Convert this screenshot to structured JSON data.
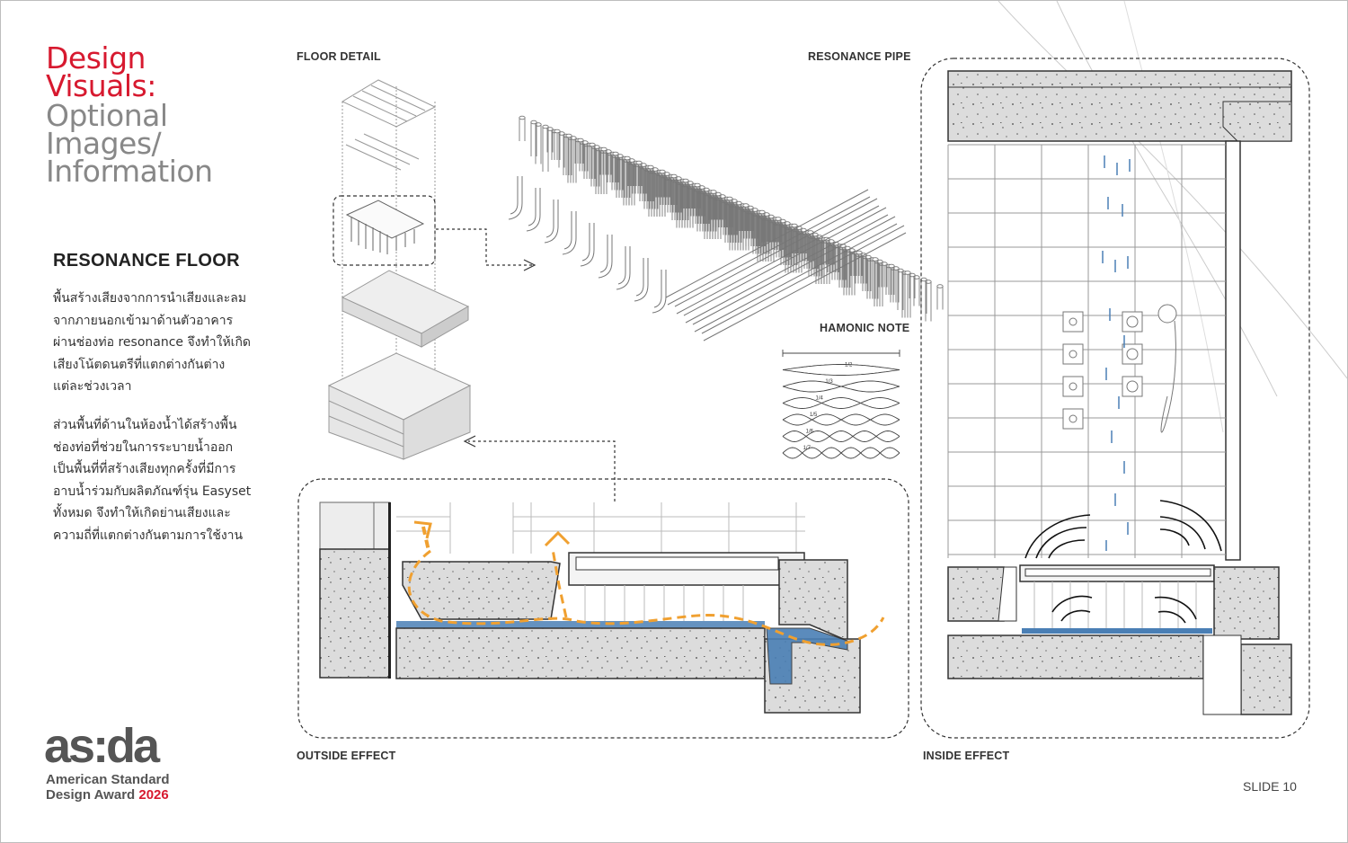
{
  "title": {
    "line1": "Design",
    "line2": "Visuals:",
    "sub": "Optional\nImages/\nInformation"
  },
  "section": {
    "heading": "RESONANCE FLOOR",
    "paragraph1": "พื้นสร้างเสียงจากการนำเสียงและลมจากภายนอกเข้ามาด้านตัวอาคารผ่านช่องท่อ resonance จึงทำให้เกิดเสียงโน้ตดนตรีที่แตกต่างกันต่างแต่ละช่วงเวลา",
    "paragraph2": "ส่วนพื้นที่ด้านในห้องน้ำได้สร้างพื้นช่องท่อที่ช่วยในการระบายน้ำออกเป็นพื้นที่ที่สร้างเสียงทุกครั้งที่มีการอาบน้ำร่วมกับผลิตภัณฑ์รุ่น Easyset ทั้งหมด จึงทำให้เกิดย่านเสียงและความถี่ที่แตกต่างกันตามการใช้งาน"
  },
  "labels": {
    "floor_detail": "FLOOR DETAIL",
    "resonance_pipe": "RESONANCE PIPE",
    "harmonic_note": "HAMONIC NOTE",
    "outside_effect": "OUTSIDE EFFECT",
    "inside_effect": "INSIDE EFFECT"
  },
  "harmonic": {
    "fractions": [
      "1/2",
      "1/3",
      "1/4",
      "1/5",
      "1/6",
      "1/7"
    ]
  },
  "logo": {
    "mark": "as:da",
    "line1": "American Standard",
    "line2_text": "Design Award",
    "line2_year": "2026"
  },
  "footer": {
    "slide": "SLIDE 10"
  },
  "colors": {
    "accent_red": "#d7192f",
    "water_blue": "#4a7fb5",
    "flow_orange": "#f0a030",
    "concrete": "#d9d9d9"
  }
}
